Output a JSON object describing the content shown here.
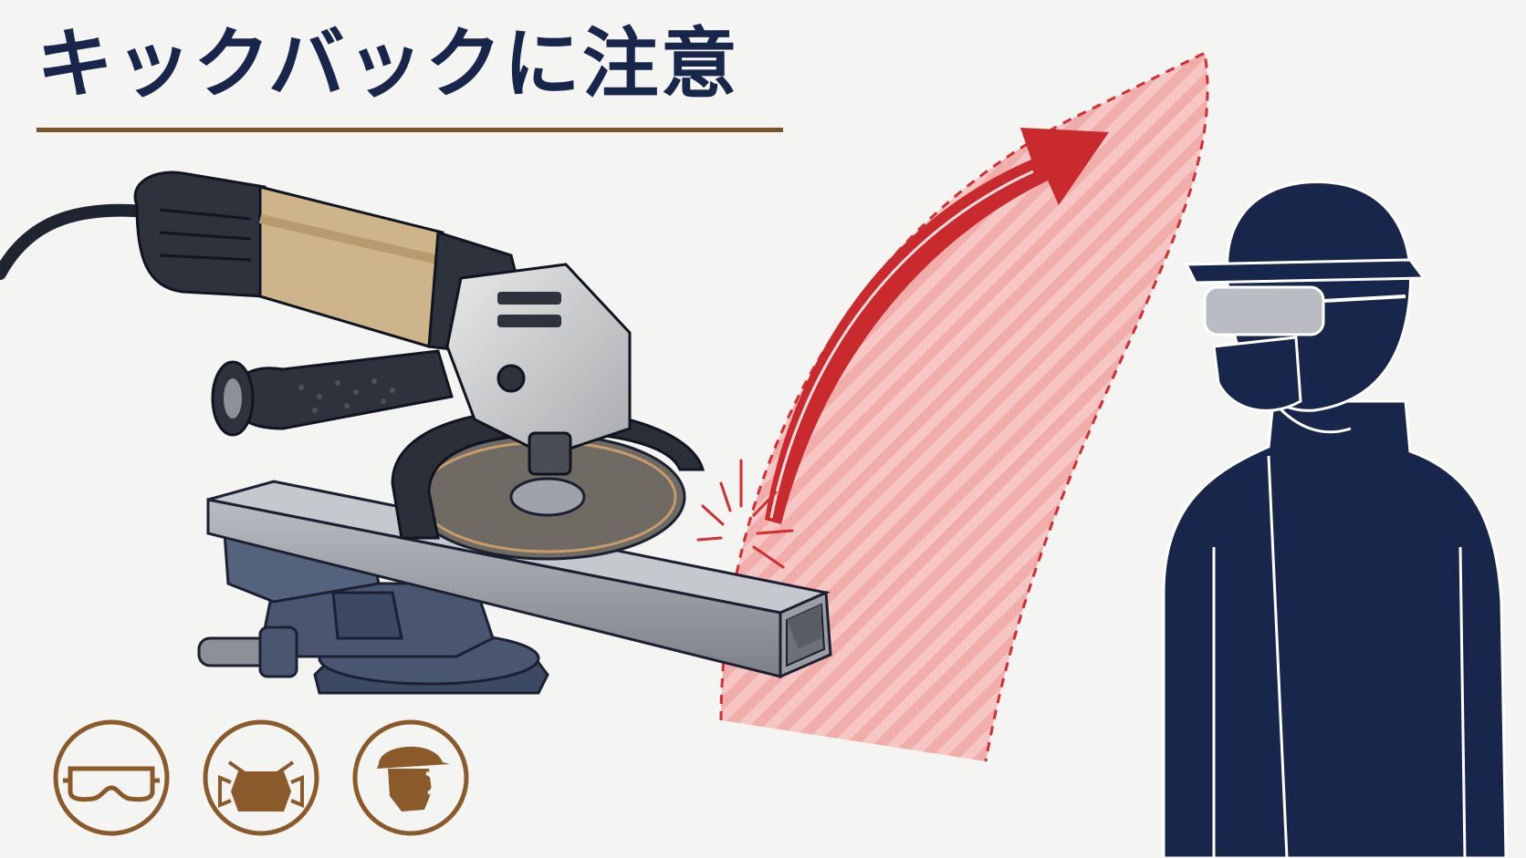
{
  "title": "キックバックに注意",
  "colors": {
    "title": "#17264a",
    "rule": "#7a5426",
    "navy": "#17264a",
    "kickback_arrow": "#c92a2e",
    "danger_zone": "#f2aaa8",
    "badge_brown": "#8a5a2b",
    "grinder_body": "#cdb48a",
    "steel": "#8d9096",
    "vise": "#4a5670"
  },
  "scene": {
    "tool": "angle-grinder",
    "workpiece": "rectangular-steel-tube",
    "clamp": "bench-vise",
    "hazard": "kickback-arrow",
    "worker": "worker-silhouette"
  },
  "ppe_badges": [
    {
      "icon": "safety-goggles-icon"
    },
    {
      "icon": "dust-mask-icon"
    },
    {
      "icon": "hard-hat-face-shield-icon"
    }
  ]
}
